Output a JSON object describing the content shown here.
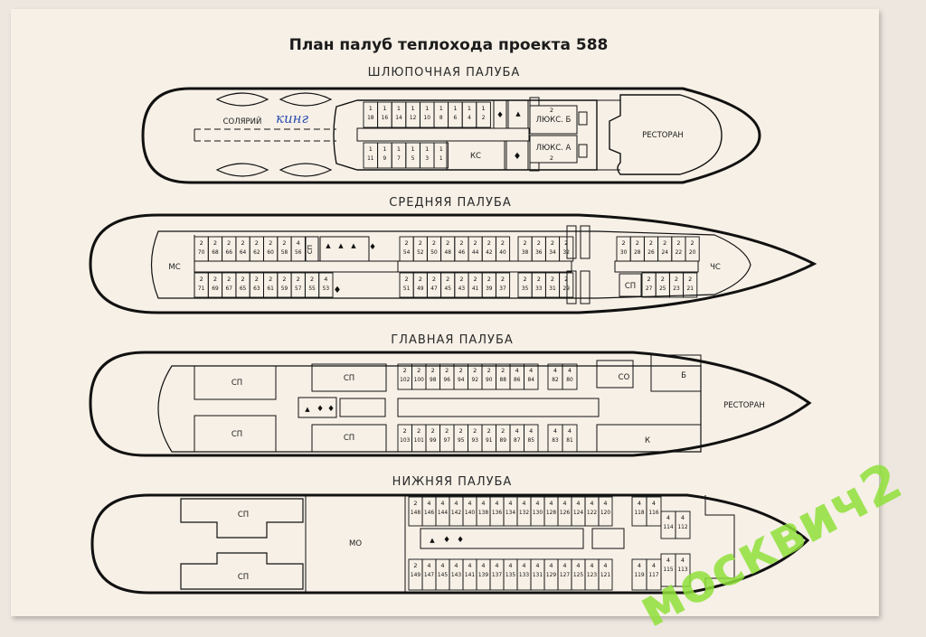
{
  "title": "План палуб теплохода проекта 588",
  "handwritten_note": "кинг",
  "watermark": "москвич2",
  "decks": {
    "boat": {
      "name": "ШЛЮПОЧНАЯ ПАЛУБА",
      "solarium": "СОЛЯРИЙ",
      "ks": "КС",
      "lux_b": "ЛЮКС. Б",
      "lux_a": "ЛЮКС. А",
      "lux_b_cap": "2",
      "lux_a_cap": "2",
      "restaurant": "РЕСТОРАН",
      "top_cabins": [
        [
          "1",
          "18"
        ],
        [
          "1",
          "16"
        ],
        [
          "1",
          "14"
        ],
        [
          "1",
          "12"
        ],
        [
          "1",
          "10"
        ],
        [
          "1",
          "8"
        ],
        [
          "1",
          "6"
        ],
        [
          "1",
          "4"
        ],
        [
          "1",
          "2"
        ]
      ],
      "bottom_cabins": [
        [
          "1",
          "11"
        ],
        [
          "1",
          "9"
        ],
        [
          "1",
          "7"
        ],
        [
          "1",
          "5"
        ],
        [
          "1",
          "3"
        ],
        [
          "1",
          "1"
        ]
      ]
    },
    "middle": {
      "name": "СРЕДНЯЯ ПАЛУБА",
      "ms": "МС",
      "chs": "ЧС",
      "sp": "СП",
      "sp2": "СП",
      "top_left": [
        [
          "2",
          "70"
        ],
        [
          "2",
          "68"
        ],
        [
          "2",
          "66"
        ],
        [
          "2",
          "64"
        ],
        [
          "2",
          "62"
        ],
        [
          "2",
          "60"
        ],
        [
          "2",
          "58"
        ],
        [
          "4",
          "56"
        ]
      ],
      "top_mid": [
        [
          "2",
          "54"
        ],
        [
          "2",
          "52"
        ],
        [
          "2",
          "50"
        ],
        [
          "2",
          "48"
        ],
        [
          "2",
          "46"
        ],
        [
          "2",
          "44"
        ],
        [
          "2",
          "42"
        ],
        [
          "2",
          "40"
        ]
      ],
      "top_right": [
        [
          "2",
          "38"
        ],
        [
          "2",
          "36"
        ],
        [
          "2",
          "34"
        ],
        [
          "2",
          "32"
        ]
      ],
      "top_fore": [
        [
          "2",
          "30"
        ],
        [
          "2",
          "28"
        ],
        [
          "2",
          "26"
        ],
        [
          "2",
          "24"
        ],
        [
          "2",
          "22"
        ],
        [
          "2",
          "20"
        ]
      ],
      "bot_left": [
        [
          "2",
          "71"
        ],
        [
          "2",
          "69"
        ],
        [
          "2",
          "67"
        ],
        [
          "2",
          "65"
        ],
        [
          "2",
          "63"
        ],
        [
          "2",
          "61"
        ],
        [
          "2",
          "59"
        ],
        [
          "2",
          "57"
        ],
        [
          "2",
          "55"
        ],
        [
          "4",
          "53"
        ]
      ],
      "bot_mid": [
        [
          "2",
          "51"
        ],
        [
          "2",
          "49"
        ],
        [
          "2",
          "47"
        ],
        [
          "2",
          "45"
        ],
        [
          "2",
          "43"
        ],
        [
          "2",
          "41"
        ],
        [
          "2",
          "39"
        ],
        [
          "2",
          "37"
        ]
      ],
      "bot_right": [
        [
          "2",
          "35"
        ],
        [
          "2",
          "33"
        ],
        [
          "2",
          "31"
        ],
        [
          "2",
          "29"
        ]
      ],
      "bot_fore": [
        [
          "2",
          "27"
        ],
        [
          "2",
          "25"
        ],
        [
          "2",
          "23"
        ],
        [
          "2",
          "21"
        ]
      ]
    },
    "main": {
      "name": "ГЛАВНАЯ ПАЛУБА",
      "sp_tl": "СП",
      "sp_tm": "СП",
      "sp_bl": "СП",
      "sp_bm": "СП",
      "so": "СО",
      "b": "Б",
      "k": "К",
      "restaurant": "РЕСТОРАН",
      "top_cabins": [
        [
          "2",
          "102"
        ],
        [
          "2",
          "100"
        ],
        [
          "2",
          "98"
        ],
        [
          "2",
          "96"
        ],
        [
          "2",
          "94"
        ],
        [
          "2",
          "92"
        ],
        [
          "2",
          "90"
        ],
        [
          "2",
          "88"
        ],
        [
          "4",
          "86"
        ],
        [
          "4",
          "84"
        ]
      ],
      "top_fore": [
        [
          "4",
          "82"
        ],
        [
          "4",
          "80"
        ]
      ],
      "bot_cabins": [
        [
          "2",
          "103"
        ],
        [
          "2",
          "101"
        ],
        [
          "2",
          "99"
        ],
        [
          "2",
          "97"
        ],
        [
          "2",
          "95"
        ],
        [
          "2",
          "93"
        ],
        [
          "2",
          "91"
        ],
        [
          "2",
          "89"
        ],
        [
          "4",
          "87"
        ],
        [
          "4",
          "85"
        ]
      ],
      "bot_fore": [
        [
          "4",
          "83"
        ],
        [
          "4",
          "81"
        ]
      ]
    },
    "lower": {
      "name": "НИЖНЯЯ ПАЛУБА",
      "sp_top": "СП",
      "sp_bot": "СП",
      "mo": "МО",
      "top_cabins": [
        [
          "2",
          "148"
        ],
        [
          "4",
          "146"
        ],
        [
          "4",
          "144"
        ],
        [
          "4",
          "142"
        ],
        [
          "4",
          "140"
        ],
        [
          "4",
          "138"
        ],
        [
          "4",
          "136"
        ],
        [
          "4",
          "134"
        ],
        [
          "4",
          "132"
        ],
        [
          "4",
          "130"
        ],
        [
          "4",
          "128"
        ],
        [
          "4",
          "126"
        ],
        [
          "4",
          "124"
        ],
        [
          "4",
          "122"
        ],
        [
          "4",
          "120"
        ]
      ],
      "top_fore": [
        [
          "4",
          "118"
        ],
        [
          "4",
          "116"
        ]
      ],
      "top_fore2": [
        [
          "4",
          "114"
        ],
        [
          "4",
          "112"
        ]
      ],
      "bot_cabins": [
        [
          "2",
          "149"
        ],
        [
          "4",
          "147"
        ],
        [
          "4",
          "145"
        ],
        [
          "4",
          "143"
        ],
        [
          "4",
          "141"
        ],
        [
          "4",
          "139"
        ],
        [
          "4",
          "137"
        ],
        [
          "4",
          "135"
        ],
        [
          "4",
          "133"
        ],
        [
          "4",
          "131"
        ],
        [
          "4",
          "129"
        ],
        [
          "4",
          "127"
        ],
        [
          "4",
          "125"
        ],
        [
          "4",
          "123"
        ],
        [
          "4",
          "121"
        ]
      ],
      "bot_fore": [
        [
          "4",
          "119"
        ],
        [
          "4",
          "117"
        ]
      ],
      "bot_fore2": [
        [
          "4",
          "115"
        ],
        [
          "4",
          "113"
        ]
      ]
    }
  }
}
